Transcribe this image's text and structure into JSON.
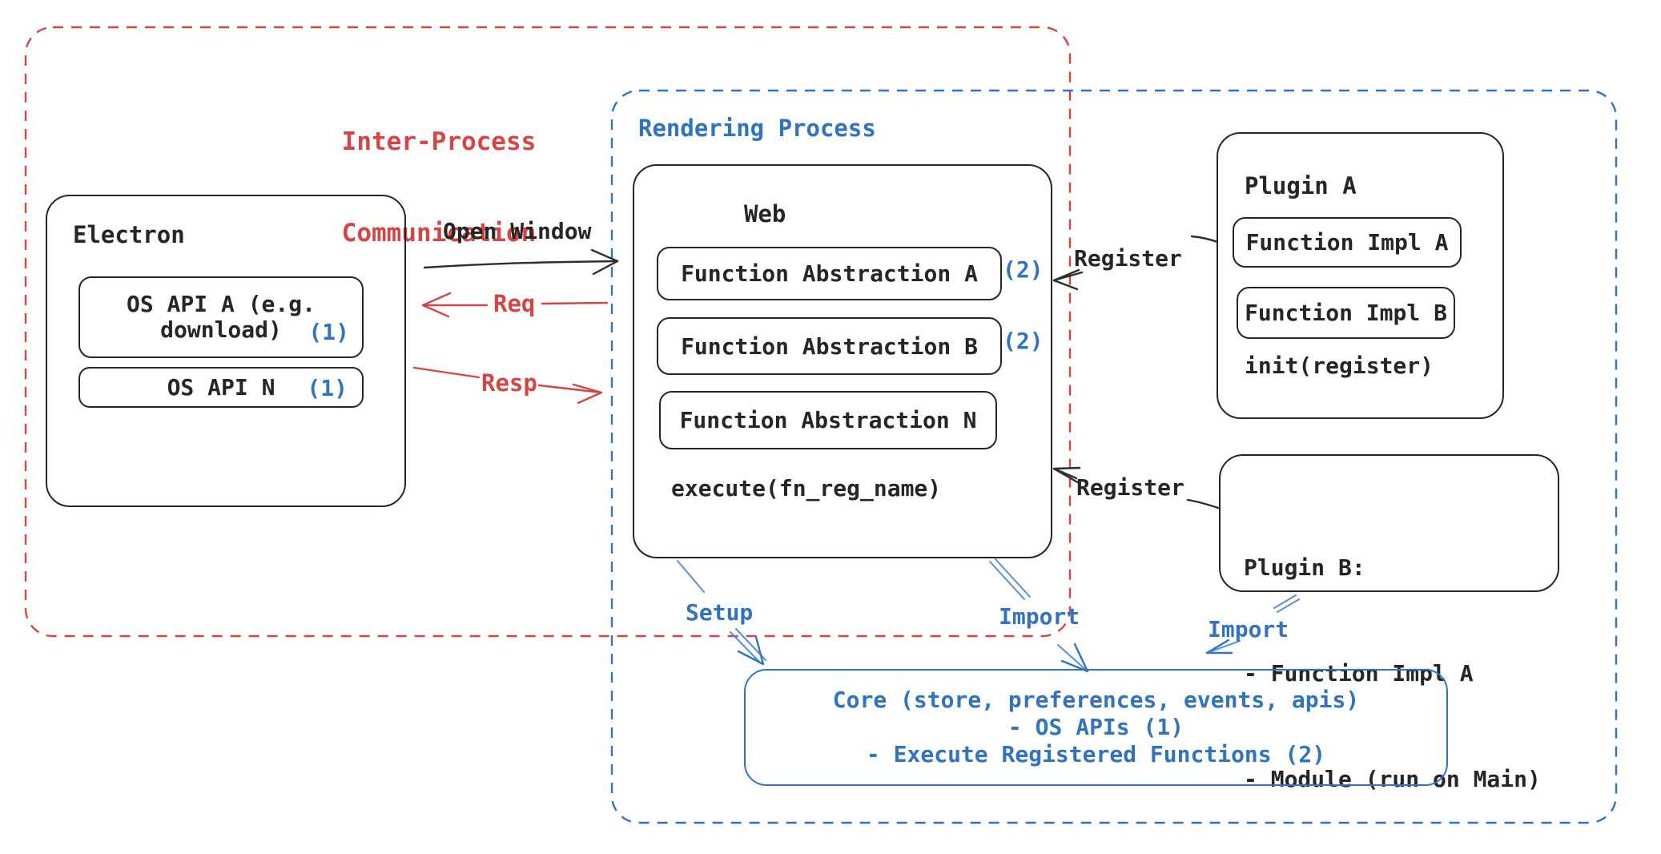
{
  "colors": {
    "red": "#d24646",
    "blue": "#3173bd",
    "ink": "#262626",
    "bg": "#ffffff"
  },
  "groups": {
    "ipc": {
      "title_line1": "Inter-Process",
      "title_line2": "Communication"
    },
    "rendering": {
      "title": "Rendering Process"
    }
  },
  "electron": {
    "title": "Electron",
    "os_api_a_line1": "OS API A (e.g.",
    "os_api_a_line2": "download)",
    "os_api_a_badge": "(1)",
    "os_api_n_label": "OS API N",
    "os_api_n_badge": "(1)"
  },
  "web": {
    "title": "Web",
    "fn_a_label": "Function Abstraction A",
    "fn_a_badge": "(2)",
    "fn_b_label": "Function Abstraction B",
    "fn_b_badge": "(2)",
    "fn_n_label": "Function Abstraction N",
    "execute_label": "execute(fn_reg_name)"
  },
  "plugin_a": {
    "title": "Plugin A",
    "impl_a_label": "Function Impl A",
    "impl_b_label": "Function Impl B",
    "init_label": "init(register)"
  },
  "plugin_b": {
    "title": "Plugin B:",
    "item_1": "- Function Impl A",
    "item_2": "- Module (run on Main)"
  },
  "core": {
    "line1": "Core (store, preferences, events, apis)",
    "line2": "- OS APIs (1)",
    "line3": "- Execute Registered Functions (2)"
  },
  "arrows": {
    "open_window": "Open Window",
    "req": "Req",
    "resp": "Resp",
    "register_top": "Register",
    "register_bottom": "Register",
    "setup": "Setup",
    "import_web": "Import",
    "import_plugin_b": "Import"
  }
}
